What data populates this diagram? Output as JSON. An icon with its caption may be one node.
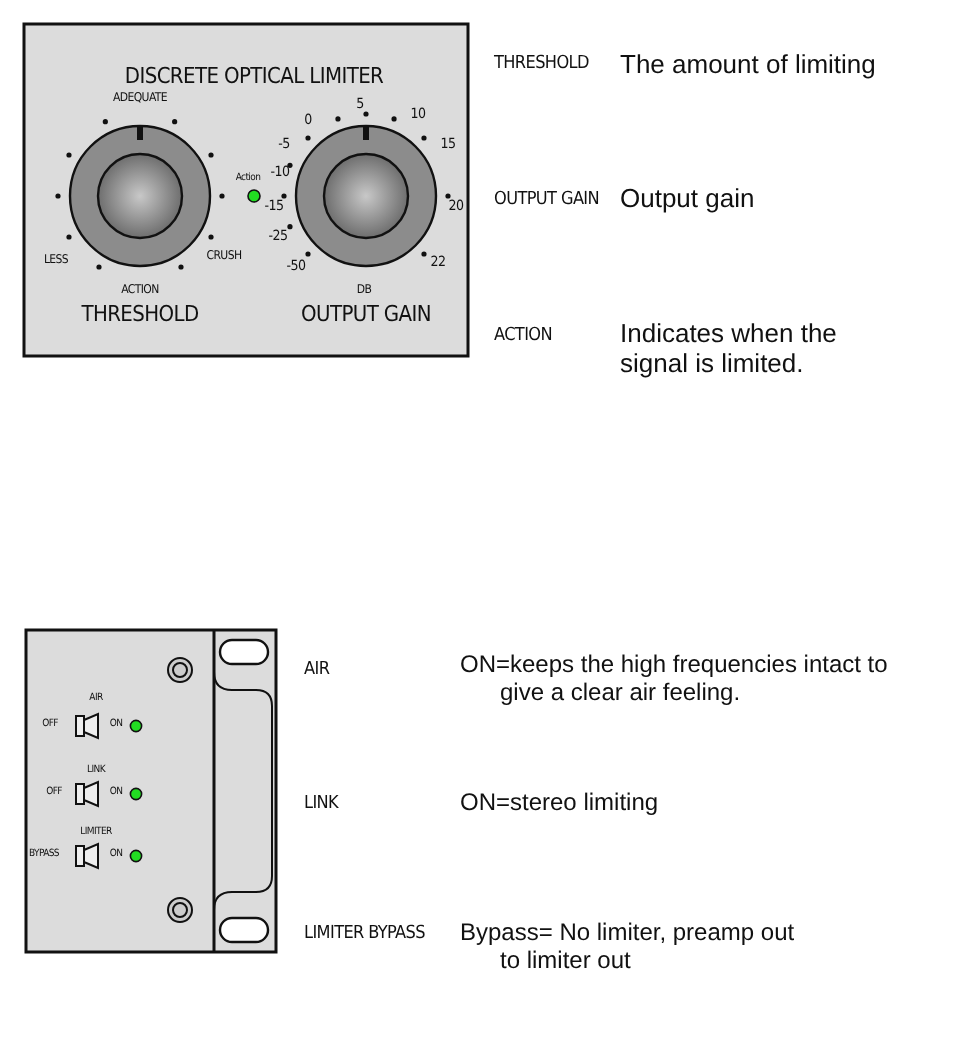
{
  "diagram": {
    "labels": [
      "DISCRETE OPTICAL LIMITER",
      "ADEQUATE",
      "0",
      "5",
      "10",
      "-5",
      "15",
      "Action",
      "-10",
      "-15",
      "20",
      "-25",
      "LESS",
      "CRUSH",
      "-50",
      "22",
      "ACTION",
      "DB",
      "THRESHOLD",
      "OUTPUT GAIN",
      "THRESHOLD",
      "The amount of limiting",
      "OUTPUT GAIN",
      "Output gain",
      "ACTION",
      "Indicates when the signal is limited.",
      "AIR",
      "OFF",
      "ON",
      "LINK",
      "OFF",
      "ON",
      "LIMITER",
      "BYPASS",
      "ON",
      "AIR",
      "ON=keeps the high frequencies intact to give a clear air feeling.",
      "LINK",
      "ON=stereo limiting",
      "LIMITER BYPASS",
      "Bypass= No limiter, preamp out to limiter out"
    ]
  }
}
